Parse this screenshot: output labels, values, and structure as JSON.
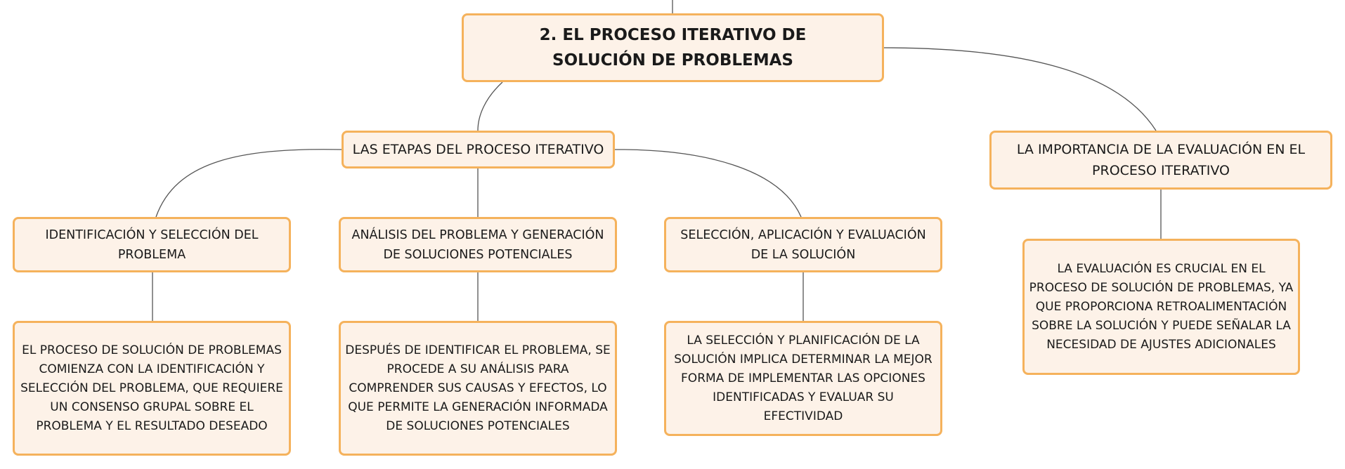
{
  "diagram": {
    "colors": {
      "node_fill": "#fdf2e8",
      "node_border": "#f5b25c",
      "connector": "#555555",
      "text": "#1a1a1a"
    },
    "root": {
      "label": "2. EL PROCESO ITERATIVO DE SOLUCIÓN DE PROBLEMAS"
    },
    "branches": {
      "stages": {
        "label": "LAS ETAPAS DEL PROCESO ITERATIVO",
        "children": [
          {
            "label": "IDENTIFICACIÓN Y SELECCIÓN DEL PROBLEMA",
            "description": "EL PROCESO DE SOLUCIÓN DE PROBLEMAS COMIENZA CON LA IDENTIFICACIÓN Y SELECCIÓN DEL PROBLEMA, QUE REQUIERE UN CONSENSO GRUPAL SOBRE EL PROBLEMA Y EL RESULTADO DESEADO"
          },
          {
            "label": "ANÁLISIS DEL PROBLEMA Y GENERACIÓN DE SOLUCIONES POTENCIALES",
            "description": "DESPUÉS DE IDENTIFICAR EL PROBLEMA, SE PROCEDE A SU ANÁLISIS PARA COMPRENDER SUS CAUSAS Y EFECTOS, LO QUE PERMITE LA GENERACIÓN INFORMADA DE SOLUCIONES POTENCIALES"
          },
          {
            "label": "SELECCIÓN, APLICACIÓN Y EVALUACIÓN DE LA SOLUCIÓN",
            "description": "LA SELECCIÓN Y PLANIFICACIÓN DE LA SOLUCIÓN IMPLICA DETERMINAR LA MEJOR FORMA DE IMPLEMENTAR LAS OPCIONES IDENTIFICADAS Y EVALUAR SU EFECTIVIDAD"
          }
        ]
      },
      "evaluation": {
        "label": "LA IMPORTANCIA DE LA EVALUACIÓN EN EL PROCESO ITERATIVO",
        "description": "LA EVALUACIÓN ES CRUCIAL EN EL PROCESO DE SOLUCIÓN DE PROBLEMAS, YA QUE PROPORCIONA RETROALIMENTACIÓN SOBRE LA SOLUCIÓN Y PUEDE SEÑALAR LA NECESIDAD DE AJUSTES ADICIONALES"
      }
    }
  }
}
